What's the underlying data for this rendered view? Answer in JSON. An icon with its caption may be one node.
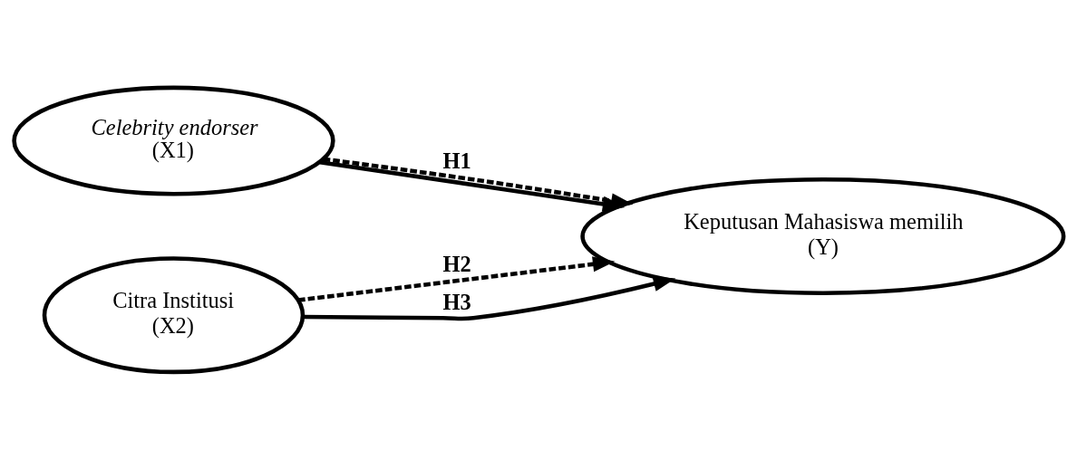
{
  "diagram": {
    "nodes": [
      {
        "text": [
          "Celebrity endorser",
          "(X1)"
        ]
      },
      {
        "text": [
          "Citra Institusi",
          "(X2)"
        ]
      },
      {
        "text": [
          "Keputusan Mahasiswa memilih",
          "(Y)"
        ]
      }
    ],
    "edges": [
      {
        "from": 0,
        "to": 2,
        "arrow": "to",
        "label": "H1",
        "style": "dashed"
      },
      {
        "from": 1,
        "to": 2,
        "arrow": "to",
        "label": "H2",
        "style": "dashed"
      },
      {
        "from": 0,
        "to": 2,
        "arrow": "to"
      },
      {
        "from": 1,
        "to": 2,
        "arrow": "to",
        "label": "H3"
      }
    ]
  }
}
